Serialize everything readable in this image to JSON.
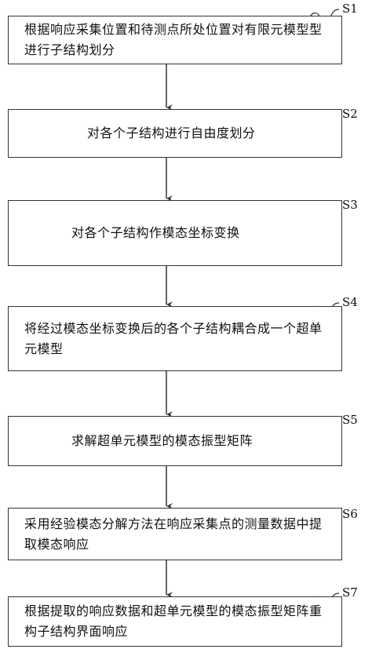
{
  "steps": [
    {
      "id": "S1",
      "text": "根据响应采集位置和待测点所处位置对有限元模型型进行子结构划分"
    },
    {
      "id": "S2",
      "text": "对各个子结构进行自由度划分"
    },
    {
      "id": "S3",
      "text": "对各个子结构作模态坐标变换"
    },
    {
      "id": "S4",
      "text": "将经过模态坐标变换后的各个子结构耦合成一个超单元模型"
    },
    {
      "id": "S5",
      "text": "求解超单元模型的模态振型矩阵"
    },
    {
      "id": "S6",
      "text": "采用经验模态分解方法在响应采集点的测量数据中提取模态响应"
    },
    {
      "id": "S7",
      "text": "根据提取的响应数据和超单元模型的模态振型矩阵重构子结构界面响应"
    }
  ]
}
